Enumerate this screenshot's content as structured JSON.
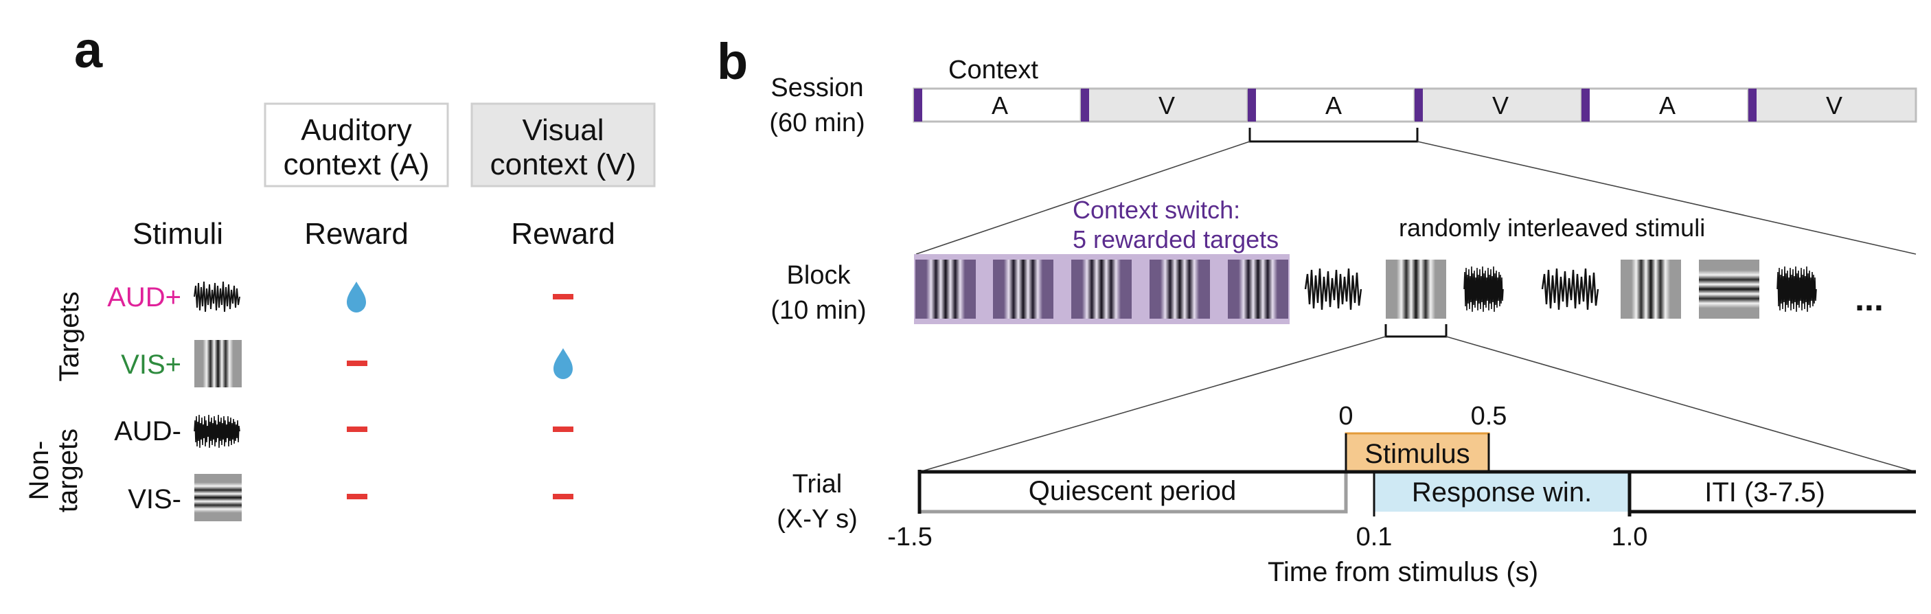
{
  "panel_a": {
    "letter": "a",
    "context_auditory": [
      "Auditory",
      "context (A)"
    ],
    "context_visual": [
      "Visual",
      "context (V)"
    ],
    "stimuli_header": "Stimuli",
    "reward_header_a": "Reward",
    "reward_header_v": "Reward",
    "group_targets": "Targets",
    "group_nontargets": [
      "Non-",
      "targets"
    ],
    "rows": [
      {
        "label": "AUD+",
        "color": "#e0229a",
        "stim": "noise",
        "reward_a": "drop",
        "reward_v": "none"
      },
      {
        "label": "VIS+",
        "color": "#2e8b3e",
        "stim": "vertical-grating",
        "reward_a": "none",
        "reward_v": "drop"
      },
      {
        "label": "AUD-",
        "color": "#111111",
        "stim": "noise-dense",
        "reward_a": "none",
        "reward_v": "none"
      },
      {
        "label": "VIS-",
        "color": "#111111",
        "stim": "horizontal-grating",
        "reward_a": "none",
        "reward_v": "none"
      }
    ]
  },
  "panel_b": {
    "letter": "b",
    "session_label": [
      "Session",
      "(60 min)"
    ],
    "context_label": "Context",
    "session_blocks": [
      "A",
      "V",
      "A",
      "V",
      "A",
      "V"
    ],
    "block_label": [
      "Block",
      "(10 min)"
    ],
    "context_switch": [
      "Context switch:",
      "5 rewarded targets"
    ],
    "interleaved_label": "randomly interleaved stimuli",
    "ellipsis": "...",
    "trial_label": [
      "Trial",
      "(X-Y s)"
    ],
    "stimulus_label": "Stimulus",
    "quiescent_label": "Quiescent period",
    "response_label": "Response win.",
    "iti_label": "ITI (3-7.5)",
    "ticks_top": [
      "0",
      "0.5"
    ],
    "ticks_bottom": [
      "-1.5",
      "0.1",
      "1.0"
    ],
    "time_axis_label": "Time from stimulus (s)",
    "colors": {
      "purple": "#5b2c8e",
      "switch_bg": "#c8b6d8",
      "stimulus_fill": "#f5c98e",
      "response_fill": "#cfe9f4",
      "drop": "#4ea7d8",
      "no_reward": "#e53935"
    }
  }
}
